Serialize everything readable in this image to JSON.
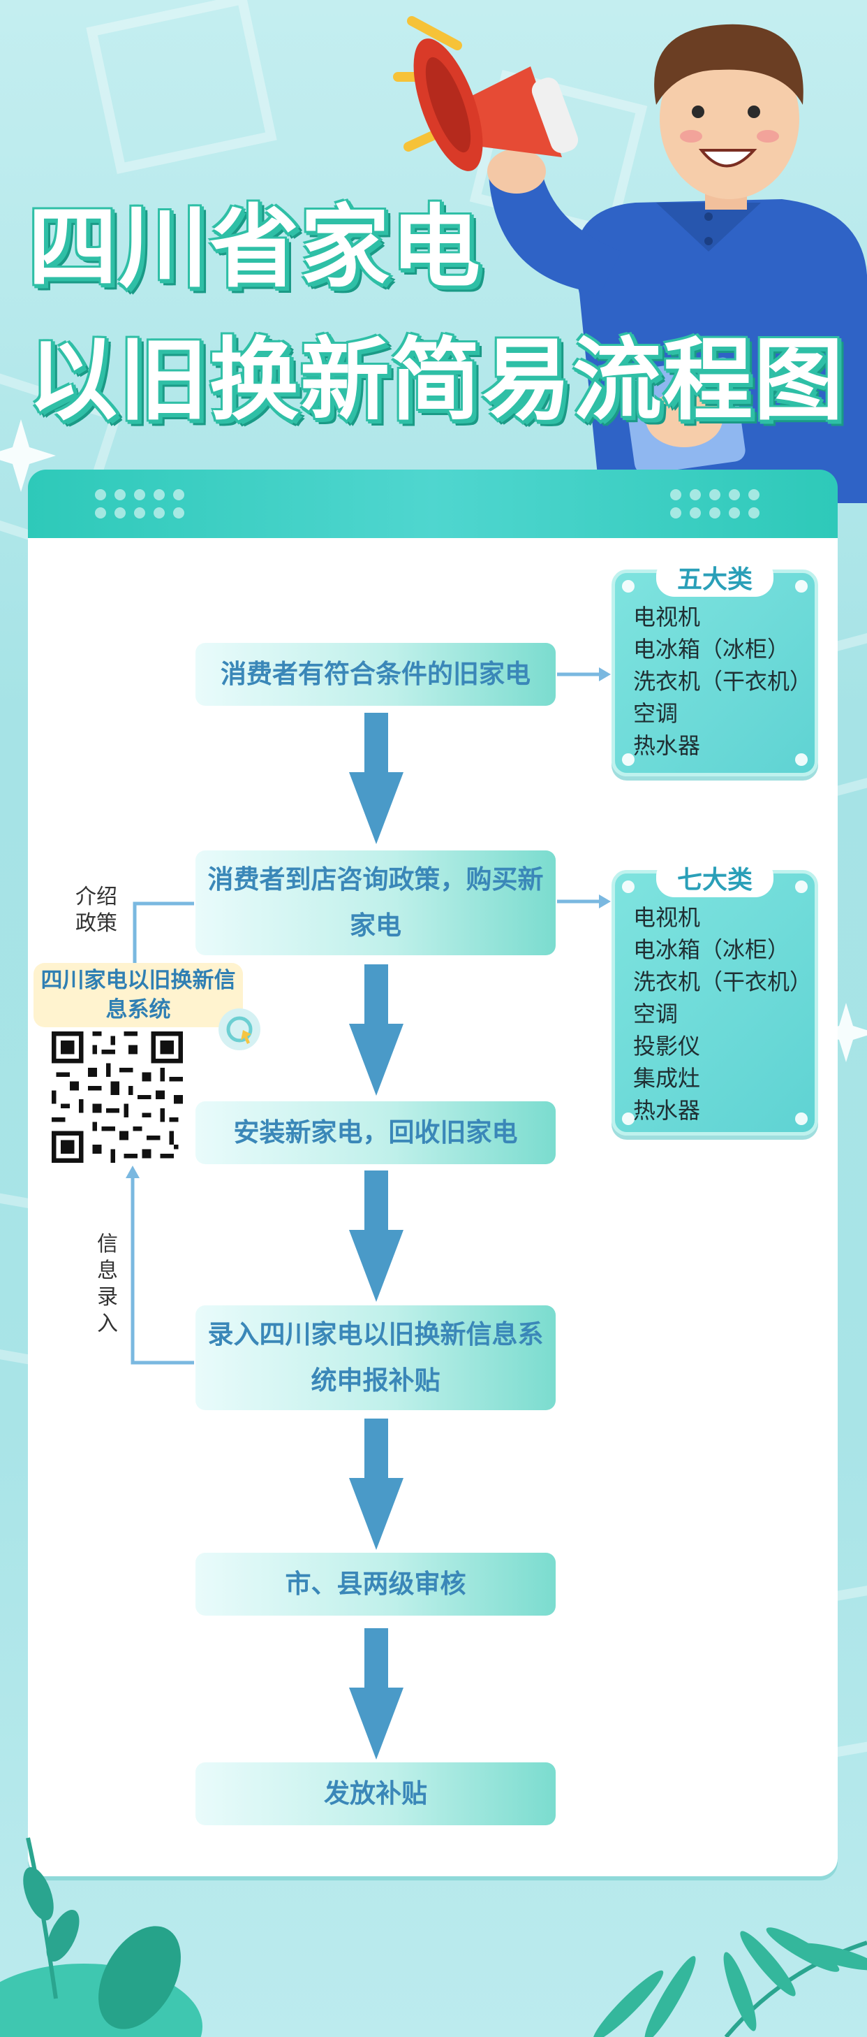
{
  "title": {
    "line1": "四川省家电",
    "line2": "以旧换新简易流程图"
  },
  "flow": {
    "steps": [
      "消费者有符合条件的旧家电",
      "消费者到店咨询政策，购买新家电",
      "安装新家电，回收旧家电",
      "录入四川家电以旧换新信息系统申报补贴",
      "市、县两级审核",
      "发放补贴"
    ]
  },
  "categories": {
    "five": {
      "title": "五大类",
      "items": [
        "电视机",
        "电冰箱（冰柜）",
        "洗衣机（干衣机）",
        "空调",
        "热水器"
      ]
    },
    "seven": {
      "title": "七大类",
      "items": [
        "电视机",
        "电冰箱（冰柜）",
        "洗衣机（干衣机）",
        "空调",
        "投影仪",
        "集成灶",
        "热水器"
      ]
    }
  },
  "side": {
    "introduce_label": "介绍政策",
    "entry_label": "信息录入",
    "system_title": "四川家电以旧换新信息系统"
  },
  "colors": {
    "accent_blue": "#4a9ac8",
    "teal": "#2ec9b9",
    "step_text": "#3a87b8"
  }
}
